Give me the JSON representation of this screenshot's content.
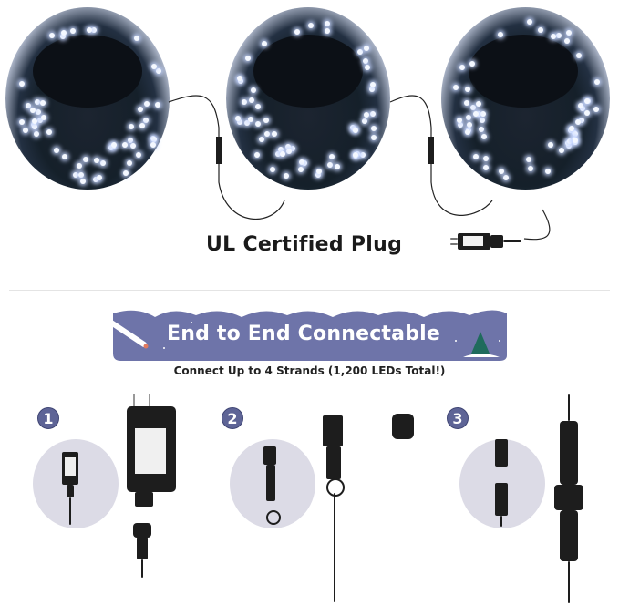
{
  "top_section": {
    "heading": "UL Certified Plug",
    "strands_shown": 3,
    "led_color": "cool white",
    "wire_color": "#1d1d1d"
  },
  "banner": {
    "title": "End to End Connectable",
    "background_color": "#6e74a9",
    "subtitle": "Connect Up to 4 Strands (1,200 LEDs Total!)"
  },
  "steps": [
    {
      "number": "1",
      "depicts": "UL plug adapter with screw connector"
    },
    {
      "number": "2",
      "depicts": "Waterproof connector with cap"
    },
    {
      "number": "3",
      "depicts": "Connectors joined together"
    }
  ],
  "colors": {
    "step_badge": "#5e6496",
    "oval_bg": "#dcdbe6",
    "text_dark": "#1a1a1a"
  }
}
